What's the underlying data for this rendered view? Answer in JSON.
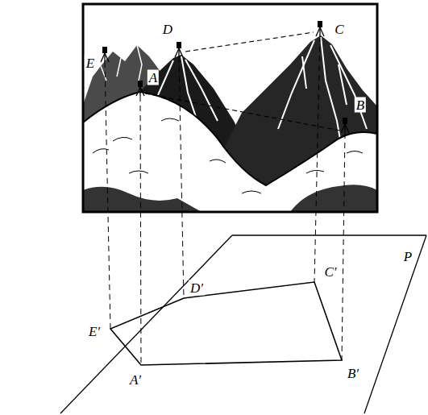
{
  "diagram": {
    "labels": [
      "A",
      "B",
      "C",
      "D",
      "E",
      "E′",
      "A′",
      "B′",
      "C′",
      "D′",
      "P"
    ]
  }
}
